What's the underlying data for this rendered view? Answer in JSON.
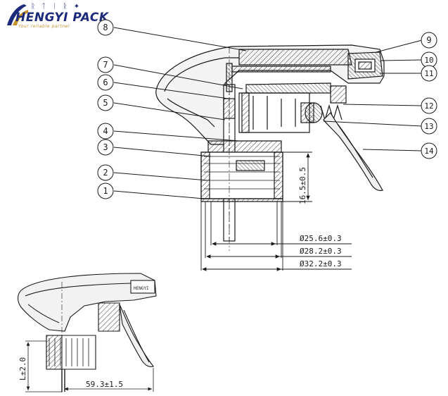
{
  "logo": {
    "wordmark": "HENGYI PACK",
    "tagline": "Your reliable partner"
  },
  "callouts": [
    "8",
    "7",
    "6",
    "5",
    "4",
    "3",
    "2",
    "1",
    "9",
    "10",
    "11",
    "12",
    "13",
    "14"
  ],
  "dimensions": {
    "height_main": "16.5±0.5",
    "dia_inner": "Ø25.6±0.3",
    "dia_mid": "Ø28.2±0.3",
    "dia_outer": "Ø32.2±0.3",
    "height_small": "L±2.0",
    "length_small": "59.3±1.5"
  },
  "colors": {
    "ink": "#1a1a1a",
    "logo_blue": "#1b2a7a",
    "logo_gold": "#c8922a"
  }
}
